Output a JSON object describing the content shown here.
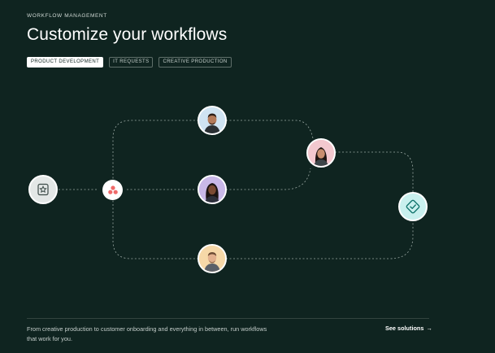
{
  "header": {
    "eyebrow": "WORKFLOW MANAGEMENT",
    "title": "Customize your workflows"
  },
  "tabs": [
    {
      "label": "PRODUCT DEVELOPMENT",
      "active": true
    },
    {
      "label": "IT REQUESTS",
      "active": false
    },
    {
      "label": "CREATIVE PRODUCTION",
      "active": false
    }
  ],
  "diagram": {
    "nodes": [
      {
        "icon": "star-document-icon"
      },
      {
        "icon": "asana-logo-icon"
      },
      {
        "icon": "person-avatar"
      },
      {
        "icon": "person-avatar"
      },
      {
        "icon": "person-avatar"
      },
      {
        "icon": "person-avatar"
      },
      {
        "icon": "approval-check-icon"
      }
    ],
    "colors": {
      "accent_logo": "#f06a6a",
      "check_node_bg": "#c9f0ee",
      "check_icon": "#12756d",
      "line": "#9aa8a3"
    }
  },
  "footer": {
    "description": "From creative production to customer onboarding and everything in between, run workflows that work for you.",
    "cta_label": "See solutions",
    "cta_arrow": "→"
  }
}
